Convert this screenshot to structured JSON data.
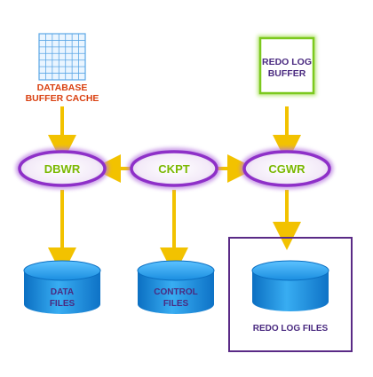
{
  "nodes": {
    "buffer_cache": {
      "line1": "DATABASE",
      "line2": "BUFFER CACHE"
    },
    "redo_log_buffer": {
      "line1": "REDO LOG",
      "line2": "BUFFER"
    },
    "dbwr": {
      "label": "DBWR"
    },
    "ckpt": {
      "label": "CKPT"
    },
    "cgwr": {
      "label": "CGWR"
    },
    "data_files": {
      "line1": "DATA",
      "line2": "FILES"
    },
    "control_files": {
      "line1": "CONTROL",
      "line2": "FILES"
    },
    "redo_log_files": {
      "label": "REDO LOG FILES"
    }
  },
  "colors": {
    "arrow": "#f2c200",
    "process_ring": "#8e30c8",
    "cylinder": "#1a93e6",
    "group_border": "#5a2a86",
    "redo_buffer_border": "#7cc91e",
    "cache_red": "#d94010",
    "process_text": "#7ab800",
    "label_purple": "#4a2a80"
  }
}
